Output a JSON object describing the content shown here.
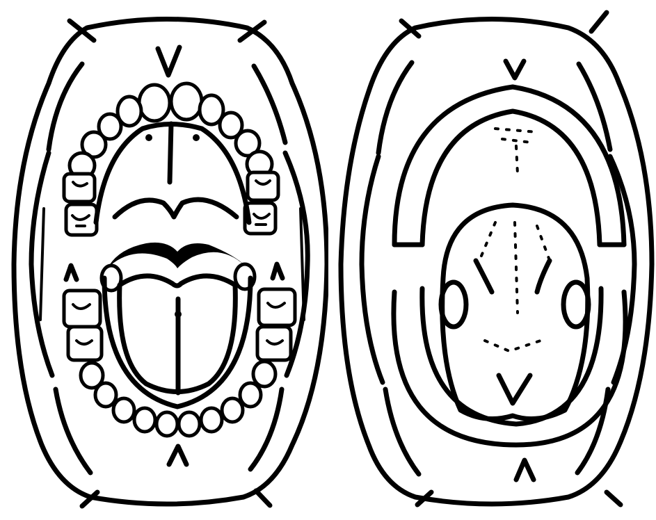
{
  "figures": [
    {
      "id": "open-mouth-with-teeth-and-tongue"
    },
    {
      "id": "open-mouth-edentulous"
    }
  ],
  "marks": {
    "arrow_down": "down-arrowhead",
    "arrow_up": "up-arrowhead"
  },
  "colors": {
    "ink": "#000000",
    "paper": "#ffffff"
  }
}
